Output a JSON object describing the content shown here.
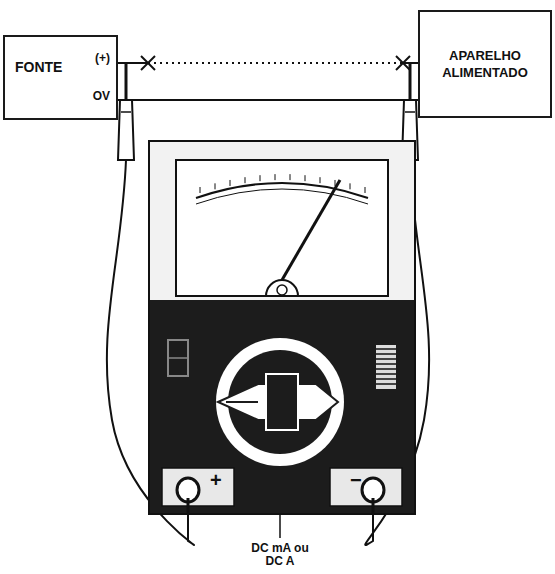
{
  "diagram": {
    "nodes": [
      {
        "text": [
          "FONTE",
          "(+)",
          "OV"
        ]
      },
      {
        "text": [
          "APARELHO ALIMENTADO"
        ]
      },
      {
        "text": [
          "+",
          "−"
        ]
      }
    ],
    "edges": [
      {
        "from": 0,
        "to": 1,
        "arrow": "none"
      },
      {
        "from": 0,
        "to": 1,
        "arrow": "none"
      },
      {
        "from": 0,
        "to": 2,
        "arrow": "none"
      },
      {
        "from": 1,
        "to": 2,
        "arrow": "none"
      }
    ],
    "labels": [
      "DC mA ou DC A"
    ]
  }
}
